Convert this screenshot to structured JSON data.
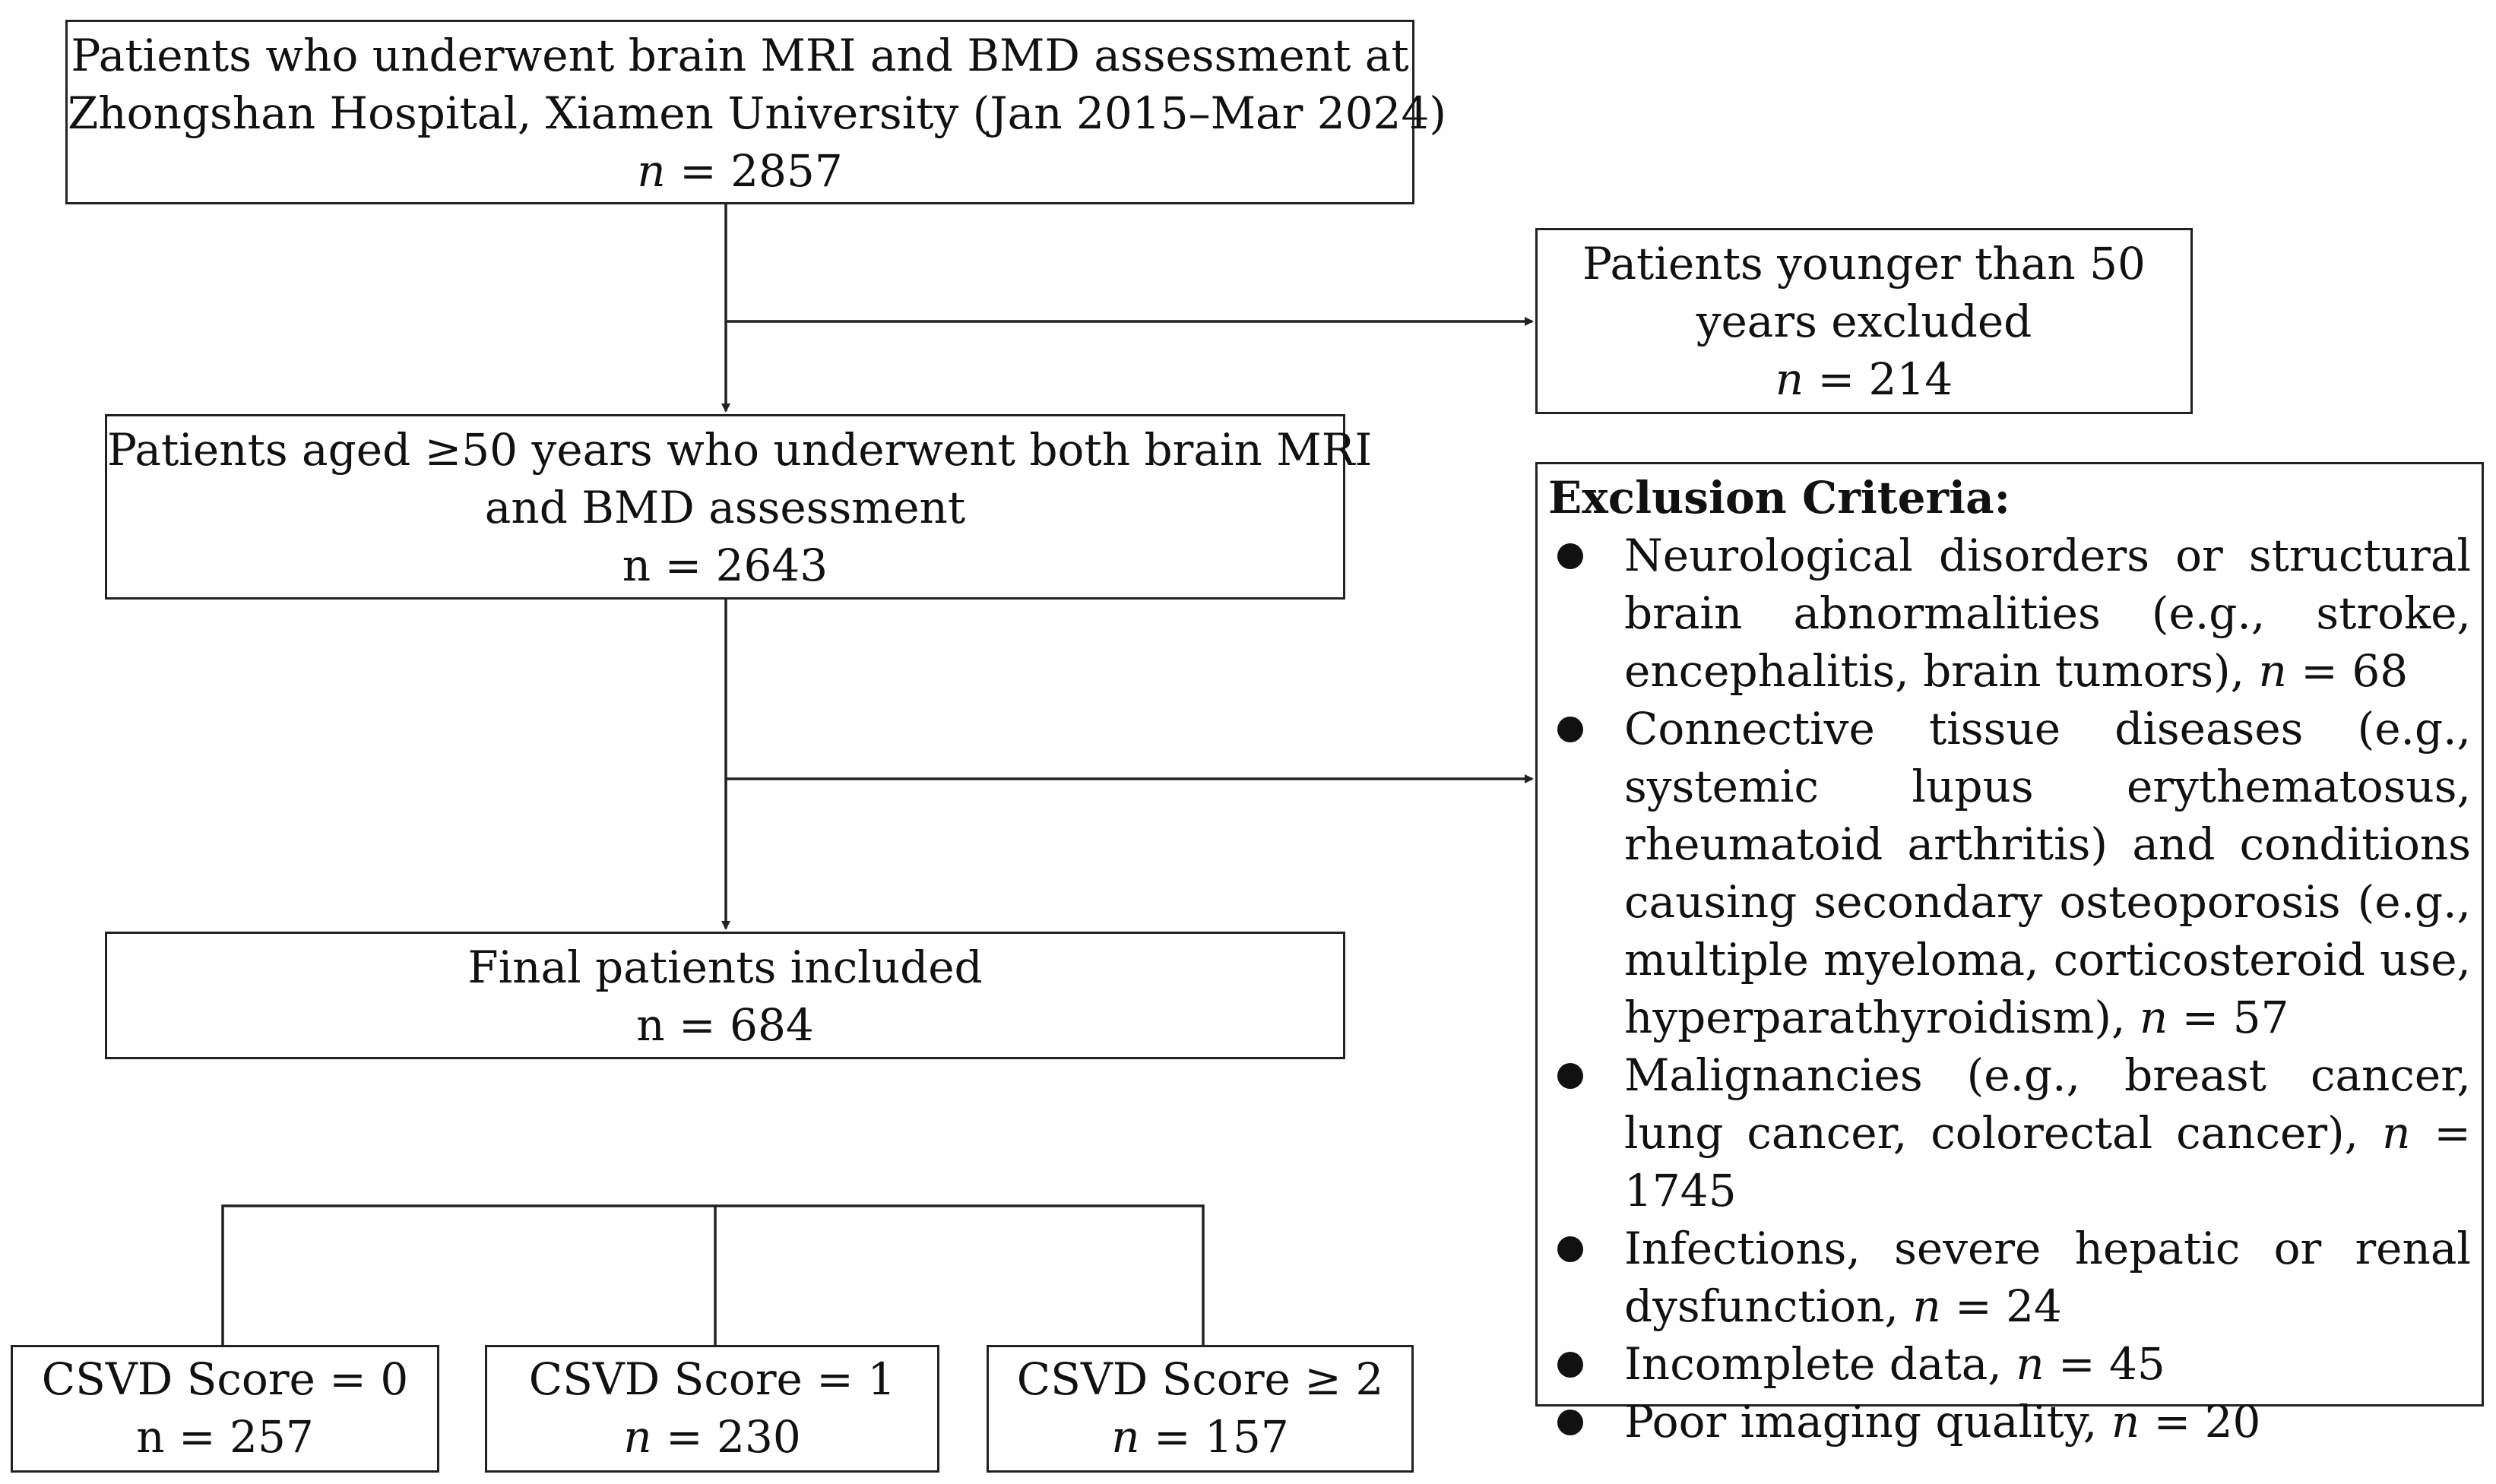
{
  "boxes": {
    "initial": {
      "line1": "Patients who underwent brain MRI and BMD assessment at",
      "line2": "Zhongshan Hospital, Xiamen University (Jan 2015–Mar 2024)",
      "n_sym": "n",
      "n_val": " = 2857"
    },
    "young_excluded": {
      "line1": "Patients younger than 50",
      "line2": "years excluded",
      "n_sym": "n",
      "n_val": " = 214"
    },
    "aged50": {
      "line1": "Patients aged ≥50 years who underwent both brain MRI",
      "line2": "and BMD assessment",
      "n_line": "n = 2643"
    },
    "final": {
      "line1": "Final patients included",
      "n_line": "n = 684"
    },
    "csvd0": {
      "line1": "CSVD Score = 0",
      "n_line": "n = 257"
    },
    "csvd1": {
      "line1": "CSVD Score = 1",
      "n_sym": "n",
      "n_val": " = 230"
    },
    "csvd2": {
      "line1": "CSVD Score ≥ 2",
      "n_sym": "n",
      "n_val": " = 157"
    }
  },
  "exclusion": {
    "title": "Exclusion Criteria:",
    "items": [
      {
        "text": "Neurological disorders or structural brain abnormalities (e.g., stroke, encephalitis, brain tumors), ",
        "n_sym": "n",
        "n_val": " = 68"
      },
      {
        "text": "Connective tissue diseases (e.g., systemic lupus erythematosus, rheumatoid arthritis) and conditions causing secondary osteoporosis (e.g., multiple myeloma, corticosteroid use, hyperparathyroidism), ",
        "n_sym": "n",
        "n_val": " = 57"
      },
      {
        "text": "Malignancies (e.g., breast cancer, lung cancer, colorectal cancer), ",
        "n_sym": "n",
        "n_val": " = 1745"
      },
      {
        "text": "Infections, severe hepatic or renal dysfunction, ",
        "n_sym": "n",
        "n_val": " = 24"
      },
      {
        "text": "Incomplete data, ",
        "n_sym": "n",
        "n_val": " = 45"
      },
      {
        "text": "Poor imaging quality, ",
        "n_sym": "n",
        "n_val": " = 20"
      }
    ]
  }
}
